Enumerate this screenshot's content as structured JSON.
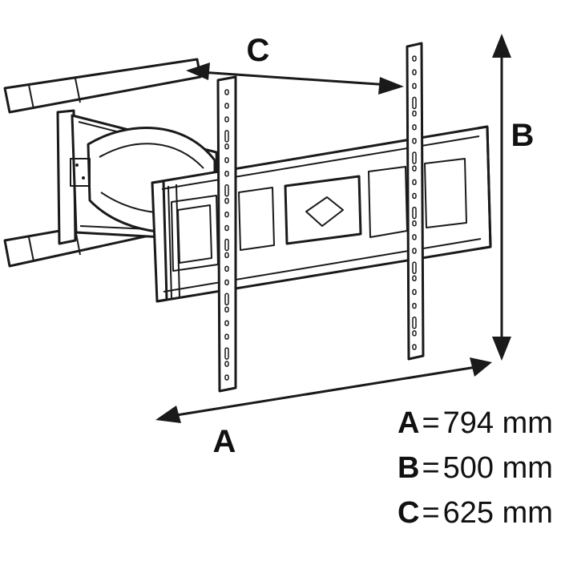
{
  "labels": {
    "a": "A",
    "b": "B",
    "c": "C"
  },
  "specs": [
    {
      "key": "A",
      "eq": "=",
      "value": "794 mm"
    },
    {
      "key": "B",
      "eq": "=",
      "value": "500 mm"
    },
    {
      "key": "C",
      "eq": "=",
      "value": "625 mm"
    }
  ],
  "colors": {
    "line": "#1a1a1a",
    "background": "#ffffff"
  }
}
